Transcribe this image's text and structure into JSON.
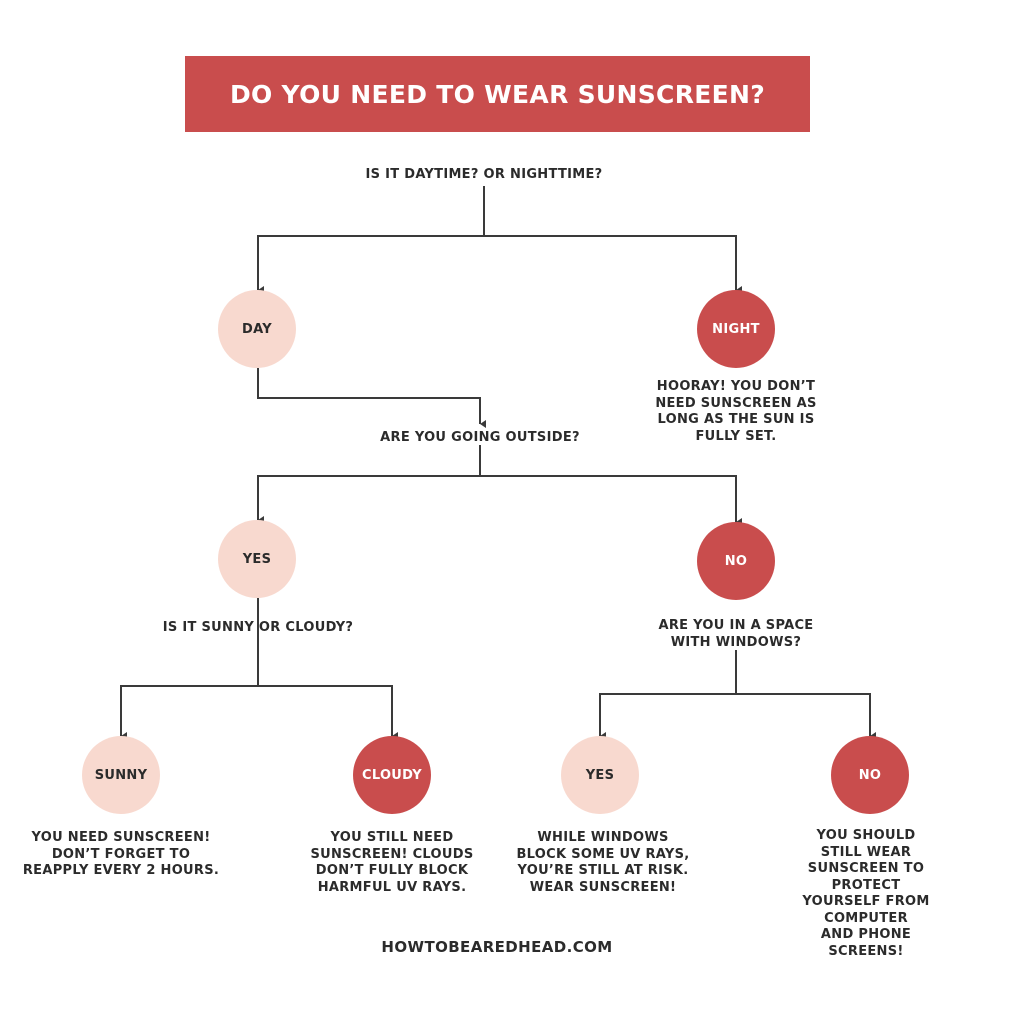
{
  "title": "DO YOU NEED TO WEAR SUNSCREEN?",
  "colors": {
    "accent": "#c94d4d",
    "light_node": "#f8d9cf",
    "line": "#3a3a3a",
    "text": "#2b2b2b"
  },
  "questions": {
    "daytime": "IS IT DAYTIME? OR NIGHTTIME?",
    "outside": "ARE YOU GOING OUTSIDE?",
    "sunny": "IS IT SUNNY OR CLOUDY?",
    "windows": [
      "ARE YOU IN A SPACE",
      "WITH WINDOWS?"
    ]
  },
  "nodes": {
    "day": "DAY",
    "night": "NIGHT",
    "outside_yes": "YES",
    "outside_no": "NO",
    "sunny": "SUNNY",
    "cloudy": "CLOUDY",
    "windows_yes": "YES",
    "windows_no": "NO"
  },
  "outcomes": {
    "night": [
      "HOORAY! YOU DON’T",
      "NEED SUNSCREEN AS",
      "LONG AS THE SUN IS",
      "FULLY SET."
    ],
    "sunny": [
      "YOU NEED SUNSCREEN!",
      "DON’T FORGET TO",
      "REAPPLY EVERY 2 HOURS."
    ],
    "cloudy": [
      "YOU STILL NEED",
      "SUNSCREEN! CLOUDS",
      "DON’T FULLY BLOCK",
      "HARMFUL UV RAYS."
    ],
    "windows_yes": [
      "WHILE WINDOWS",
      "BLOCK SOME UV RAYS,",
      "YOU’RE STILL AT RISK.",
      "WEAR SUNSCREEN!"
    ],
    "windows_no": [
      "YOU SHOULD STILL WEAR",
      "SUNSCREEN TO PROTECT",
      "YOURSELF FROM COMPUTER",
      "AND PHONE SCREENS!"
    ]
  },
  "footer": "HOWTOBEAREDHEAD.COM"
}
